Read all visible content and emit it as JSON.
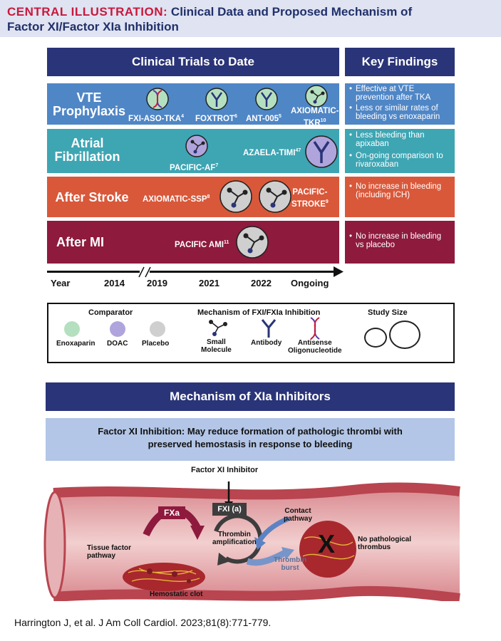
{
  "header": {
    "label": "CENTRAL ILLUSTRATION:",
    "title_line1": "Clinical Data and Proposed Mechanism of",
    "title_line2": "Factor XI/Factor XIa Inhibition"
  },
  "trials_header": "Clinical Trials to Date",
  "findings_header": "Key Findings",
  "rows": [
    {
      "title": "VTE Prophylaxis",
      "color": "#4f86c6",
      "trials": [
        {
          "name": "FXI-ASO-TKA",
          "ref": "4",
          "comparator": "Enoxaparin",
          "mechanism": "Antisense Oligonucleotide"
        },
        {
          "name": "FOXTROT",
          "ref": "6",
          "comparator": "Enoxaparin",
          "mechanism": "Antibody"
        },
        {
          "name": "ANT-005",
          "ref": "5",
          "comparator": "Enoxaparin",
          "mechanism": "Antibody"
        },
        {
          "name": "AXIOMATIC-",
          "name2": "TKR",
          "ref": "10",
          "comparator": "Enoxaparin",
          "mechanism": "Small Molecule"
        }
      ],
      "findings": [
        "Effective at VTE prevention after TKA",
        "Less or similar rates of bleeding vs enoxaparin"
      ]
    },
    {
      "title": "Atrial Fibrillation",
      "color": "#3ea5b3",
      "trials": [
        {
          "name": "PACIFIC-AF",
          "ref": "7",
          "comparator": "DOAC",
          "mechanism": "Small Molecule"
        },
        {
          "name": "AZAELA-TIMI",
          "ref": "47",
          "comparator": "DOAC",
          "mechanism": "Antibody"
        }
      ],
      "findings": [
        "Less bleeding than apixaban",
        "On-going comparison to rivaroxaban"
      ]
    },
    {
      "title": "After Stroke",
      "color": "#d9583a",
      "trials": [
        {
          "name": "AXIOMATIC-SSP",
          "ref": "8",
          "comparator": "Placebo",
          "mechanism": "Small Molecule"
        },
        {
          "name": "PACIFIC-",
          "name2": "STROKE",
          "ref": "9",
          "comparator": "Placebo",
          "mechanism": "Small Molecule"
        }
      ],
      "findings": [
        "No increase in bleeding (including ICH)"
      ]
    },
    {
      "title": "After MI",
      "color": "#8e1a3e",
      "trials": [
        {
          "name": "PACIFIC AMI",
          "ref": "11",
          "comparator": "Placebo",
          "mechanism": "Small Molecule"
        }
      ],
      "findings": [
        "No increase in bleeding vs placebo"
      ]
    }
  ],
  "timeline": [
    "Year",
    "2014",
    "2019",
    "2021",
    "2022",
    "Ongoing"
  ],
  "legend": {
    "comparator_title": "Comparator",
    "comparators": [
      {
        "label": "Enoxaparin",
        "color": "#b5e0c0"
      },
      {
        "label": "DOAC",
        "color": "#b0a4dc"
      },
      {
        "label": "Placebo",
        "color": "#cfcfcf"
      }
    ],
    "mechanism_title": "Mechanism of FXI/FXIa Inhibition",
    "mechanisms": [
      {
        "line1": "Small",
        "line2": "Molecule",
        "icon": "small-molecule-icon"
      },
      {
        "line1": "Antibody",
        "line2": "",
        "icon": "antibody-icon"
      },
      {
        "line1": "Antisense",
        "line2": "Oligonucleotide",
        "icon": "dna-icon"
      }
    ],
    "size_title": "Study Size"
  },
  "mechanism_banner": "Mechanism of XIa Inhibitors",
  "mechanism_text_line1": "Factor XI Inhibition: May reduce formation of pathologic thrombi with",
  "mechanism_text_line2": "preserved hemostasis in response to bleeding",
  "diagram": {
    "inhibitor": "Factor XI Inhibitor",
    "fxa": "FXa",
    "fxi": "FXI (a)",
    "contact_line1": "Contact",
    "contact_line2": "pathway",
    "amp_line1": "Thrombin",
    "amp_line2": "amplification",
    "burst_line1": "Thrombin",
    "burst_line2": "burst",
    "tf_line1": "Tissue factor",
    "tf_line2": "pathway",
    "clot": "Hemostatic clot",
    "nothrombus_line1": "No pathological",
    "nothrombus_line2": "thrombus",
    "x_mark": "X"
  },
  "citation": "Harrington J, et al. J Am Coll Cardiol. 2023;81(8):771-779.",
  "colors": {
    "navy": "#2a3478",
    "red_label": "#c8193c",
    "vessel": "#c9656d",
    "clot": "#a8282e"
  }
}
